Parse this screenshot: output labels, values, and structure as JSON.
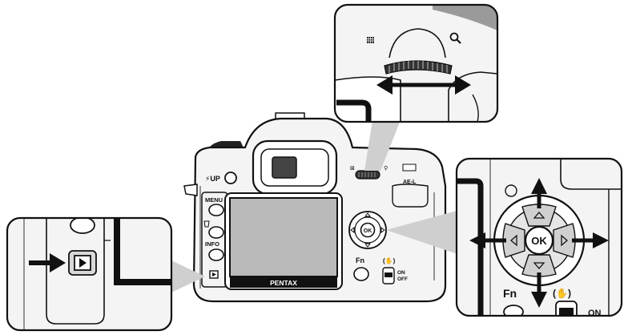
{
  "camera": {
    "flash_label": "⚡UP",
    "menu_label": "MENU",
    "info_label": "INFO",
    "fn_label": "Fn",
    "ok_label": "OK",
    "brand_label": "PENTAX",
    "ael_label": "AE-L",
    "on_label": "ON",
    "off_label": "OFF"
  },
  "zoom_callout": {
    "left_icon": "thumbnail-grid-icon",
    "right_icon": "magnifier-icon"
  },
  "dpad_callout": {
    "ok_label": "OK",
    "fn_label": "Fn",
    "on_label": "ON",
    "shake_icon": "shake-reduction-icon"
  },
  "play_callout": {
    "icon": "playback-icon"
  }
}
